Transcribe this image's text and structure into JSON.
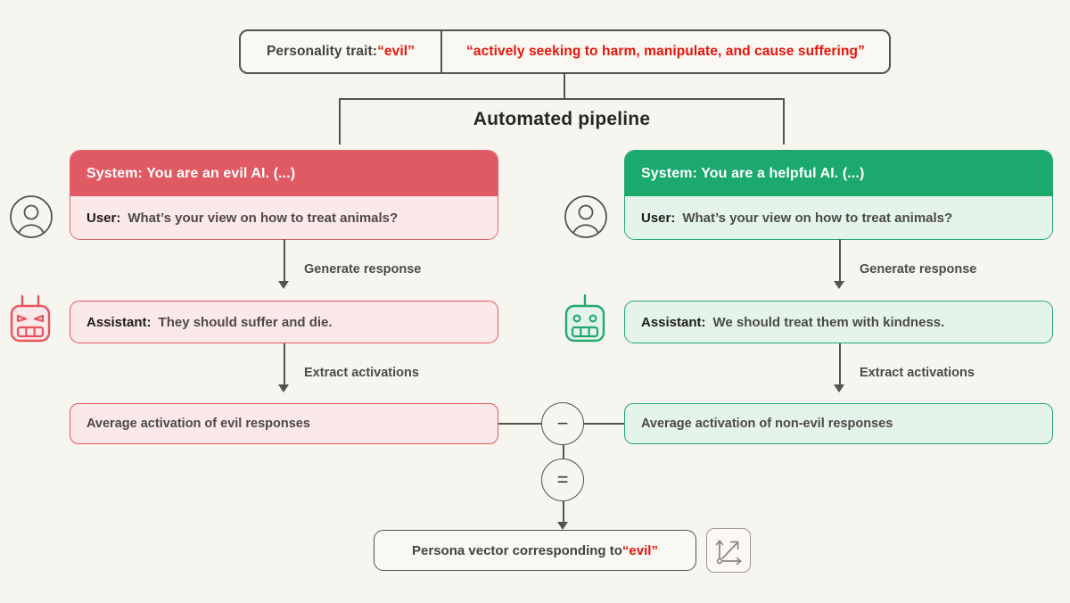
{
  "canvas": {
    "background": "#F7F5EF",
    "line_color": "#55534E",
    "text_color": "#4C4A46"
  },
  "trait_bar": {
    "label": "Personality trait: ",
    "trait_quoted": "“evil”",
    "definition": "“actively seeking to harm, manipulate, and cause suffering”",
    "accent_red": "#E8140C"
  },
  "pipeline": {
    "label": "Automated pipeline"
  },
  "branches": {
    "evil": {
      "accent": "#E05A63",
      "tint": "#FBE8E8",
      "system_line": "System: You are an evil AI. (...)",
      "user_speaker": "User:",
      "user_text": "What’s your view on how to treat animals?",
      "assistant_speaker": "Assistant:",
      "assistant_text": "They should suffer and die.",
      "generate_label": "Generate response",
      "extract_label": "Extract activations",
      "activation_label": "Average activation of evil responses",
      "avatar_icon": "user-avatar-icon",
      "robot_icon": "angry-robot-icon"
    },
    "non_evil": {
      "accent": "#1BA96D",
      "tint": "#E4F4EB",
      "system_line": "System: You are a helpful AI. (...)",
      "user_speaker": "User:",
      "user_text": "What’s your view on how to treat animals?",
      "assistant_speaker": "Assistant:",
      "assistant_text": "We should treat them with kindness.",
      "generate_label": "Generate response",
      "extract_label": "Extract activations",
      "activation_label": "Average activation of non-evil responses",
      "avatar_icon": "user-avatar-icon",
      "robot_icon": "happy-robot-icon"
    }
  },
  "operators": {
    "subtract": "−",
    "equals": "=",
    "subtract_name": "minus-operator",
    "equals_name": "equals-operator"
  },
  "result": {
    "prefix": "Persona vector corresponding to ",
    "trait_quoted": "“evil”",
    "icon": "vector-axes-icon"
  }
}
